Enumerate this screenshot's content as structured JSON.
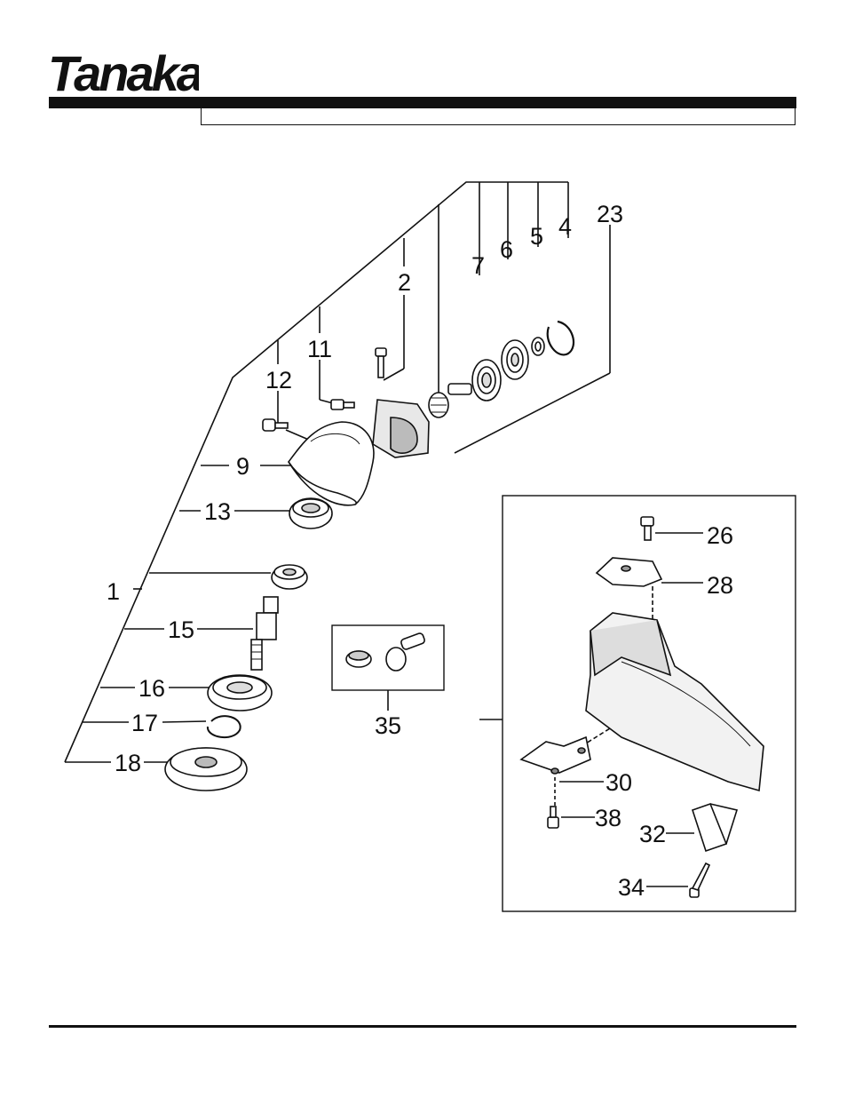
{
  "brand": {
    "name": "Tanaka",
    "registered_mark": "®"
  },
  "title_box_text": "",
  "callouts": {
    "c1": "1",
    "c2": "2",
    "c4": "4",
    "c5": "5",
    "c6": "6",
    "c7": "7",
    "c9": "9",
    "c11": "11",
    "c12": "12",
    "c13": "13",
    "c15": "15",
    "c16": "16",
    "c17": "17",
    "c18": "18",
    "c23": "23",
    "c26": "26",
    "c28": "28",
    "c30": "30",
    "c32": "32",
    "c34": "34",
    "c35": "35",
    "c38": "38"
  }
}
